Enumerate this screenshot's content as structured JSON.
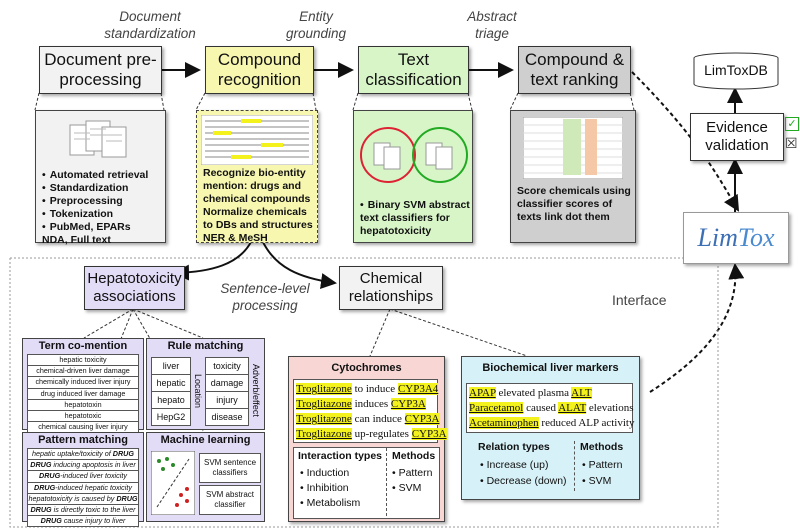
{
  "stages": [
    {
      "title": "Document pre-\nprocessing",
      "bg": "#f2f2f2"
    },
    {
      "title": "Compound\nrecognition",
      "bg": "#f7f7b0"
    },
    {
      "title": "Text\nclassification",
      "bg": "#d8f5c8"
    },
    {
      "title": "Compound &\ntext ranking",
      "bg": "#cfcfcf"
    }
  ],
  "step_labels": [
    "Document\nstandardization",
    "Entity\ngrounding",
    "Abstract\ntriage"
  ],
  "panels": {
    "preprocessing": [
      "Automated retrieval",
      "Standardization",
      "Preprocessing",
      "Tokenization",
      "PubMed, EPARs\nNDA, Full text"
    ],
    "recognition": "Recognize bio-entity mention: drugs and chemical compounds Normalize chemicals to DBs and structures NER & MeSH",
    "classification": "Binary SVM abstract text classifiers for hepatotoxicity",
    "ranking": "Score chemicals using classifier scores of texts link dot them"
  },
  "right": {
    "db": "LimToxDB",
    "evidence": "Evidence\nvalidation",
    "check": "✓",
    "cross": "☒",
    "logo_lim": "Lim",
    "logo_tox": "Tox",
    "interface": "Interface"
  },
  "mid": {
    "hepato": "Hepatotoxicity\nassociations",
    "sentence": "Sentence-level\nprocessing",
    "chem": "Chemical\nrelationships"
  },
  "term_comention": {
    "title": "Term co-mention",
    "rows": [
      "hepatic toxicity",
      "chemical-driven liver damage",
      "chemically induced liver injury",
      "drug induced liver damage",
      "hepatotoxin",
      "hepatotoxic",
      "chemical causing liver injury"
    ]
  },
  "pattern_matching": {
    "title": "Pattern matching",
    "rows": [
      "hepatic uptake/toxicity of DRUG",
      "DRUG inducing apoptosis in liver",
      "DRUG-induced liver toxicity",
      "DRUG-induced hepatic toxicity",
      "hepatotoxicity is caused by DRUG",
      "DRUG is directly toxic to the liver",
      "DRUG cause injury to liver"
    ]
  },
  "rule_matching": {
    "title": "Rule matching",
    "left": [
      "liver",
      "hepatic",
      "hepato",
      "HepG2"
    ],
    "left_label": "Location",
    "right": [
      "toxicity",
      "damage",
      "injury",
      "disease"
    ],
    "right_label": "Adverb/effect"
  },
  "machine_learning": {
    "title": "Machine learning",
    "items": [
      "SVM sentence\nclassifiers",
      "SVM abstract\nclassifier"
    ]
  },
  "cytochromes": {
    "title": "Cytochromes",
    "sentences": [
      {
        "drug": "Troglitazone",
        "mid": " to induce ",
        "target": "CYP3A4"
      },
      {
        "drug": "Troglitazone",
        "mid": " induces ",
        "target": "CYP3A"
      },
      {
        "drug": "Troglitazone",
        "mid": " can induce ",
        "target": "CYP3A"
      },
      {
        "drug": "Troglitazone",
        "mid": " up-regulates ",
        "target": "CYP3A"
      }
    ],
    "types_title": "Interaction types",
    "types": [
      "Induction",
      "Inhibition",
      "Metabolism"
    ],
    "methods_title": "Methods",
    "methods": [
      "Pattern",
      "SVM"
    ]
  },
  "biochemical": {
    "title": "Biochemical liver markers",
    "sentences": [
      {
        "drug": "APAP",
        "mid": " elevated plasma ",
        "target": "ALT",
        "tail": ""
      },
      {
        "drug": "Paracetamol",
        "mid": " caused ",
        "target": "ALAT",
        "tail": " elevations"
      },
      {
        "drug": "Acetaminophen",
        "mid": " reduced ALP activity",
        "target": "",
        "tail": ""
      }
    ],
    "types_title": "Relation types",
    "types": [
      "Increase (up)",
      "Decrease (down)"
    ],
    "methods_title": "Methods",
    "methods": [
      "Pattern",
      "SVM"
    ]
  }
}
